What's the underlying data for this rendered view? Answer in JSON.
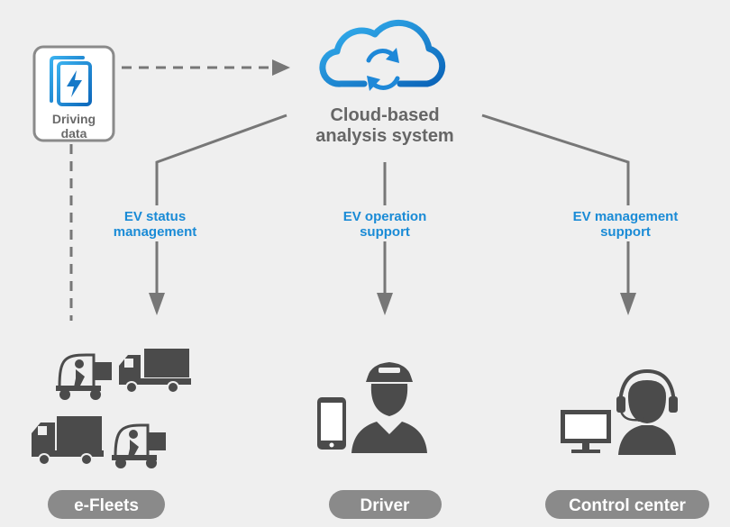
{
  "cloud": {
    "title_line1": "Cloud-based",
    "title_line2": "analysis system",
    "icon": "cloud-sync-icon"
  },
  "driving_data": {
    "line1": "Driving",
    "line2": "data",
    "icon": "ev-data-device-icon"
  },
  "flows": [
    {
      "line1": "EV status",
      "line2": "management"
    },
    {
      "line1": "EV operation",
      "line2": "support"
    },
    {
      "line1": "EV management",
      "line2": "support"
    }
  ],
  "targets": [
    {
      "label": "e-Fleets",
      "icon": "ev-fleet-vehicles-icon"
    },
    {
      "label": "Driver",
      "icon": "driver-with-smartphone-icon"
    },
    {
      "label": "Control center",
      "icon": "operator-with-headset-icon"
    }
  ],
  "colors": {
    "background": "#efefef",
    "line": "#777777",
    "accent_blue": "#1a8bd6",
    "icon_dark": "#4b4b4b",
    "pill": "#8a8a8a"
  }
}
